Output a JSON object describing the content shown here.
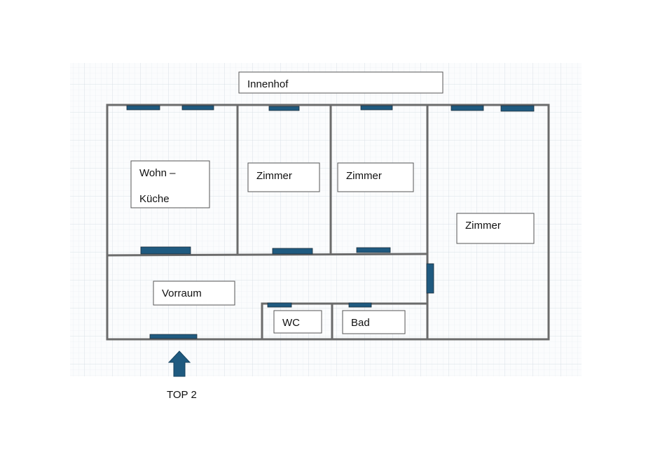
{
  "labels": {
    "courtyard": "Innenhof",
    "living_kitchen_line1": "Wohn –",
    "living_kitchen_line2": "Küche",
    "room_a": "Zimmer",
    "room_b": "Zimmer",
    "room_c": "Zimmer",
    "hallway": "Vorraum",
    "toilet": "WC",
    "bathroom": "Bad",
    "entrance": "TOP 2"
  },
  "colors": {
    "wall": "#6b6b6b",
    "window_door": "#1f5a80",
    "grid_line": "#e2e8ee",
    "grid_background": "#fbfcfd"
  },
  "icons": {
    "entrance_marker": "arrow-up-icon"
  }
}
